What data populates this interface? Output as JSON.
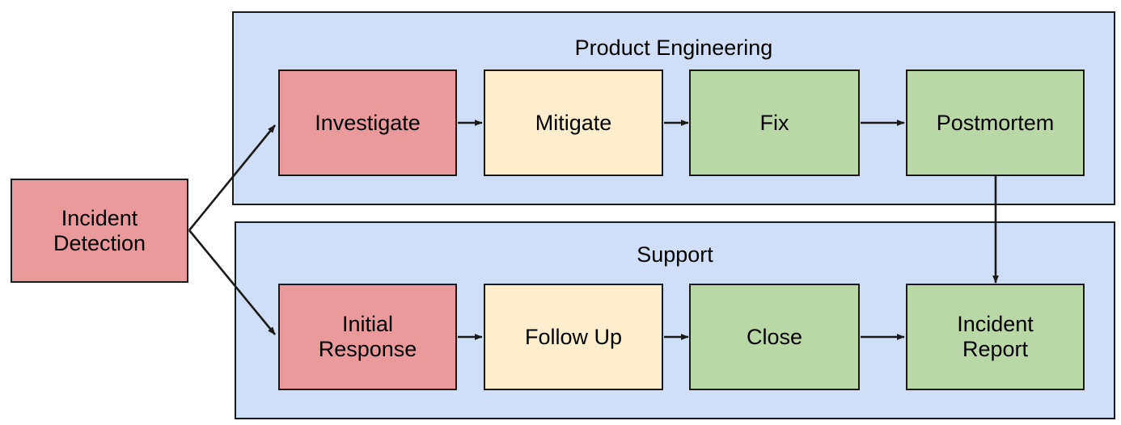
{
  "diagram": {
    "title_visible": false,
    "colors": {
      "lane_fill": "#cfdff8",
      "stroke": "#1a1a1a",
      "node_red": "#ea9a9a",
      "node_yellow": "#ffeecd",
      "node_green": "#b9d8a7",
      "canvas": "#ffffff"
    },
    "lanes": [
      {
        "id": "product-engineering",
        "label": "Product Engineering"
      },
      {
        "id": "support",
        "label": "Support"
      }
    ],
    "nodes": [
      {
        "id": "incident-detection",
        "label": "Incident\nDetection",
        "fill": "red",
        "lane": null
      },
      {
        "id": "investigate",
        "label": "Investigate",
        "fill": "red",
        "lane": "product-engineering"
      },
      {
        "id": "mitigate",
        "label": "Mitigate",
        "fill": "yellow",
        "lane": "product-engineering"
      },
      {
        "id": "fix",
        "label": "Fix",
        "fill": "green",
        "lane": "product-engineering"
      },
      {
        "id": "postmortem",
        "label": "Postmortem",
        "fill": "green",
        "lane": "product-engineering"
      },
      {
        "id": "initial-response",
        "label": "Initial\nResponse",
        "fill": "red",
        "lane": "support"
      },
      {
        "id": "follow-up",
        "label": "Follow Up",
        "fill": "yellow",
        "lane": "support"
      },
      {
        "id": "close",
        "label": "Close",
        "fill": "green",
        "lane": "support"
      },
      {
        "id": "incident-report",
        "label": "Incident\nReport",
        "fill": "green",
        "lane": "support"
      }
    ],
    "edges": [
      {
        "from": "incident-detection",
        "to": "investigate",
        "kind": "diagonal"
      },
      {
        "from": "incident-detection",
        "to": "initial-response",
        "kind": "diagonal"
      },
      {
        "from": "investigate",
        "to": "mitigate",
        "kind": "horizontal"
      },
      {
        "from": "mitigate",
        "to": "fix",
        "kind": "horizontal"
      },
      {
        "from": "fix",
        "to": "postmortem",
        "kind": "horizontal"
      },
      {
        "from": "postmortem",
        "to": "incident-report",
        "kind": "vertical"
      },
      {
        "from": "initial-response",
        "to": "follow-up",
        "kind": "horizontal"
      },
      {
        "from": "follow-up",
        "to": "close",
        "kind": "horizontal"
      },
      {
        "from": "close",
        "to": "incident-report",
        "kind": "horizontal"
      }
    ]
  }
}
